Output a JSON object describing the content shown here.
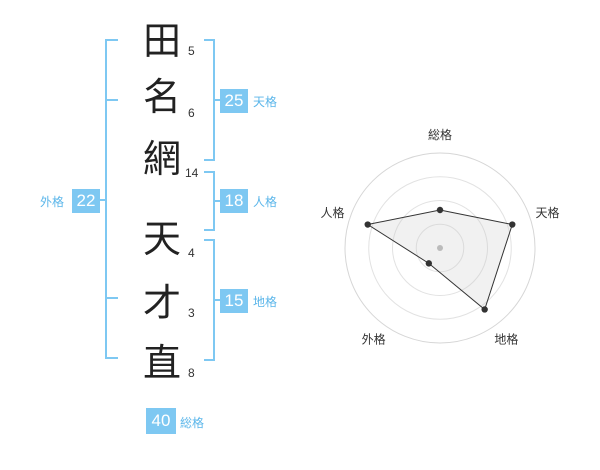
{
  "name": {
    "characters": [
      {
        "char": "田",
        "strokes": "5"
      },
      {
        "char": "名",
        "strokes": "6"
      },
      {
        "char": "網",
        "strokes": "14"
      },
      {
        "char": "天",
        "strokes": "4"
      },
      {
        "char": "才",
        "strokes": "3"
      },
      {
        "char": "直",
        "strokes": "8"
      }
    ]
  },
  "fortunes": {
    "tenkaku": {
      "value": "25",
      "label": "天格"
    },
    "jinkaku": {
      "value": "18",
      "label": "人格"
    },
    "chikaku": {
      "value": "15",
      "label": "地格"
    },
    "gaikaku": {
      "value": "22",
      "label": "外格"
    },
    "soukaku": {
      "value": "40",
      "label": "総格"
    }
  },
  "colors": {
    "accent": "#7ec8f2",
    "bracket": "#7ec8f2",
    "label": "#5bb6ea"
  },
  "chart_data": {
    "type": "radar",
    "axes": [
      "総格",
      "天格",
      "地格",
      "外格",
      "人格"
    ],
    "values": [
      2,
      4,
      4,
      1,
      4
    ],
    "max": 5,
    "rings": 4
  }
}
